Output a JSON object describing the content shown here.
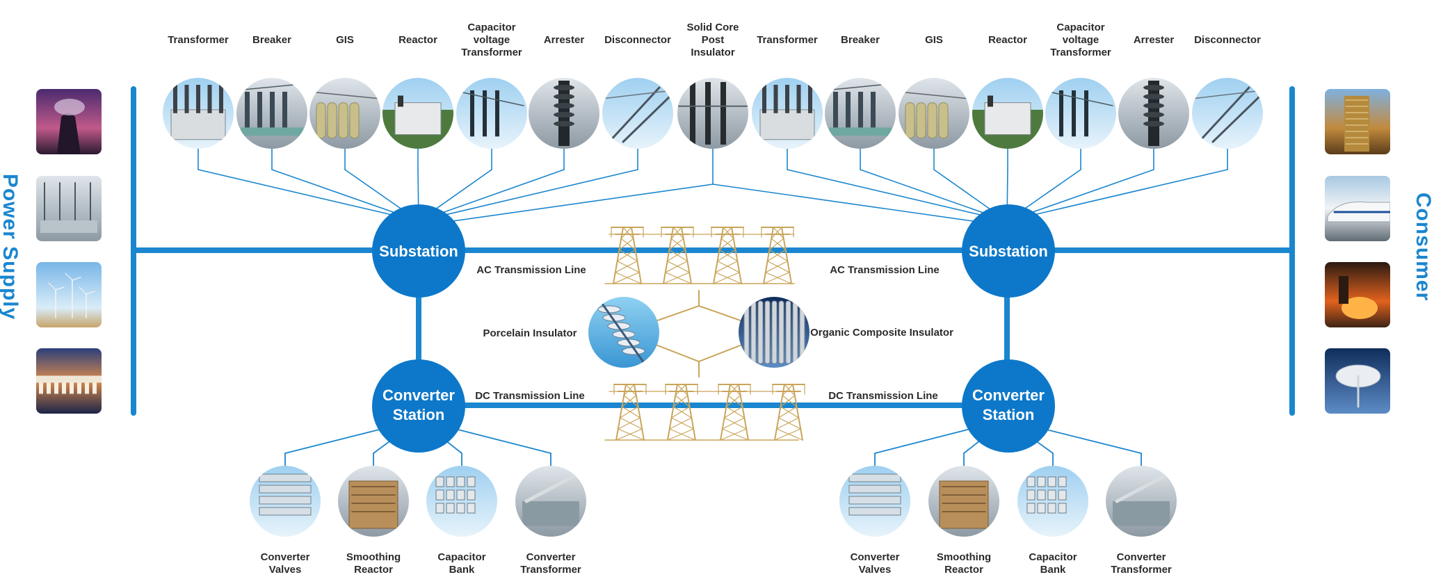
{
  "side": {
    "left_title": "Power Supply",
    "right_title": "Consumer",
    "left_icons": [
      "cooling-tower-photo",
      "power-plant-photo",
      "wind-farm-photo",
      "hydro-dam-photo"
    ],
    "right_icons": [
      "office-building-photo",
      "bullet-train-photo",
      "steel-mill-photo",
      "satellite-dish-photo"
    ]
  },
  "hubs": {
    "substation_label": "Substation",
    "converter_label_1": "Converter",
    "converter_label_2": "Station"
  },
  "lines": {
    "ac": "AC Transmission Line",
    "dc": "DC Transmission Line"
  },
  "insulators": {
    "porcelain": "Porcelain Insulator",
    "composite": "Organic Composite Insulator"
  },
  "top_left_equipment": [
    {
      "lines": [
        "Transformer"
      ]
    },
    {
      "lines": [
        "Breaker"
      ]
    },
    {
      "lines": [
        "GIS"
      ]
    },
    {
      "lines": [
        "Reactor"
      ]
    },
    {
      "lines": [
        "Capacitor",
        "voltage",
        "Transformer"
      ]
    },
    {
      "lines": [
        "Arrester"
      ]
    },
    {
      "lines": [
        "Disconnector"
      ]
    }
  ],
  "top_center_equipment": {
    "lines": [
      "Solid Core",
      "Post",
      "Insulator"
    ]
  },
  "top_right_equipment": [
    {
      "lines": [
        "Transformer"
      ]
    },
    {
      "lines": [
        "Breaker"
      ]
    },
    {
      "lines": [
        "GIS"
      ]
    },
    {
      "lines": [
        "Reactor"
      ]
    },
    {
      "lines": [
        "Capacitor",
        "voltage",
        "Transformer"
      ]
    },
    {
      "lines": [
        "Arrester"
      ]
    },
    {
      "lines": [
        "Disconnector"
      ]
    }
  ],
  "bottom_left_equipment": [
    {
      "lines": [
        "Converter",
        "Valves"
      ]
    },
    {
      "lines": [
        "Smoothing",
        "Reactor"
      ]
    },
    {
      "lines": [
        "Capacitor",
        "Bank"
      ]
    },
    {
      "lines": [
        "Converter",
        "Transformer"
      ]
    }
  ],
  "bottom_right_equipment": [
    {
      "lines": [
        "Converter",
        "Valves"
      ]
    },
    {
      "lines": [
        "Smoothing",
        "Reactor"
      ]
    },
    {
      "lines": [
        "Capacitor",
        "Bank"
      ]
    },
    {
      "lines": [
        "Converter",
        "Transformer"
      ]
    }
  ],
  "colors": {
    "accent": "#1a86cf",
    "hub": "#0d78c9",
    "tower": "#c9a55a",
    "label": "#2b2b2b"
  }
}
